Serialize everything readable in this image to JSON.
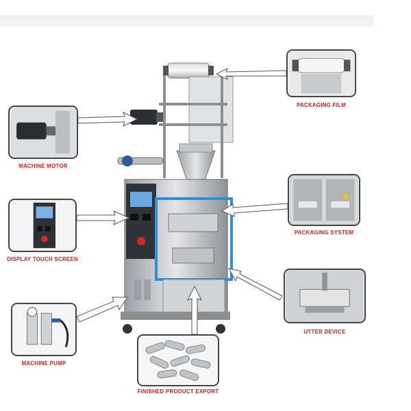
{
  "labels": {
    "packaging_film": "PACKAGING FILM",
    "machine_motor": "MACHINE MOTOR",
    "display_touch_screen": "DISPLAY TOUCH SCREEN",
    "packaging_system": "PACKAGING SYSTEM",
    "utter_device": "UTTER DEVICE",
    "machine_pump": "MACHINE PUMP",
    "finished_product_export": "FINISHED PRODUCT EXPORT"
  },
  "colors": {
    "label_red": "#e11d1d",
    "frame_blue": "#2e8fd6",
    "steel": "#c9ccd0"
  }
}
